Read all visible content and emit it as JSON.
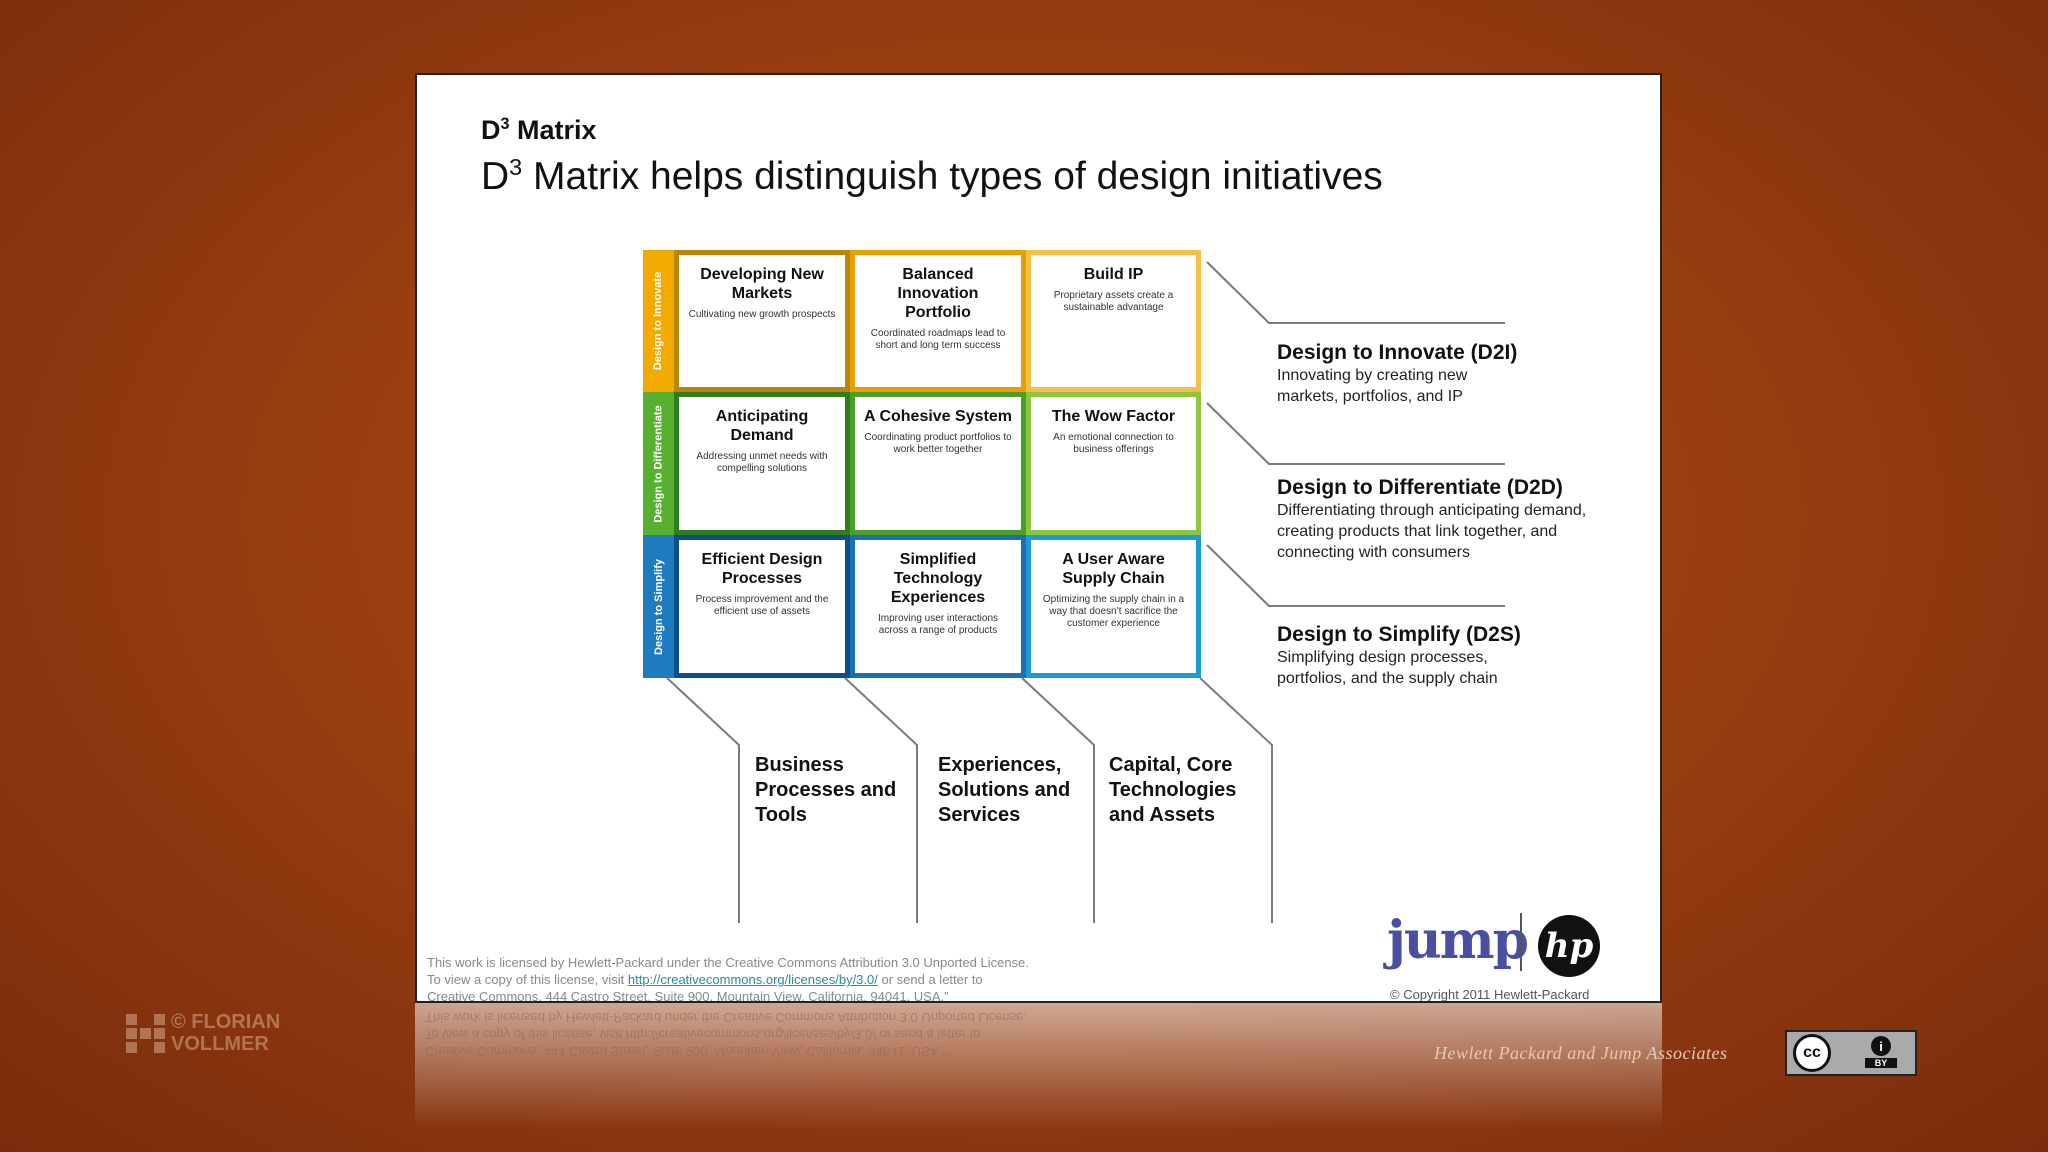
{
  "slide": {
    "kicker": "D",
    "kicker_sup": "3",
    "kicker_rest": " Matrix",
    "title": "D",
    "title_sup": "3",
    "title_rest": " Matrix helps distinguish types of design initiatives"
  },
  "matrix": {
    "rows": [
      {
        "label": "Design to Innovate",
        "color": "#f2a900",
        "cells": [
          {
            "title": "Developing New Markets",
            "desc": "Cultivating new growth prospects",
            "color": "#b8860b"
          },
          {
            "title": "Balanced Innovation Portfolio",
            "desc": "Coordinated roadmaps lead to short and long term success",
            "color": "#e8a000"
          },
          {
            "title": "Build IP",
            "desc": "Proprietary assets create a sustainable advantage",
            "color": "#f5c04a"
          }
        ]
      },
      {
        "label": "Design to Differentiate",
        "color": "#58b031",
        "cells": [
          {
            "title": "Anticipating Demand",
            "desc": "Addressing unmet needs with compelling solutions",
            "color": "#2f7d1e"
          },
          {
            "title": "A Cohesive System",
            "desc": "Coordinating product portfolios to work better together",
            "color": "#4c9e2a"
          },
          {
            "title": "The Wow Factor",
            "desc": "An emotional connection to business offerings",
            "color": "#8cc63f"
          }
        ]
      },
      {
        "label": "Design to Simplify",
        "color": "#1f7bc0",
        "cells": [
          {
            "title": "Efficient Design Processes",
            "desc": "Process improvement and the efficient use of assets",
            "color": "#0e4e8a"
          },
          {
            "title": "Simplified Technology Experiences",
            "desc": "Improving user interactions across a range of products",
            "color": "#1a6fb5"
          },
          {
            "title": "A User Aware Supply Chain",
            "desc": "Optimizing the supply chain in a way that doesn’t sacrifice the customer experience",
            "color": "#1e9ad6"
          }
        ]
      }
    ]
  },
  "categories": [
    {
      "title": "Design to Innovate (D2I)",
      "desc": "Innovating by creating new markets, portfolios, and IP"
    },
    {
      "title": "Design to Differentiate (D2D)",
      "desc": "Differentiating through anticipating demand, creating products that link together, and connecting with consumers"
    },
    {
      "title": "Design to Simplify (D2S)",
      "desc": "Simplifying design processes, portfolios, and the supply chain"
    }
  ],
  "columns": [
    {
      "label": "Business Processes and Tools"
    },
    {
      "label": "Experiences, Solutions and Services"
    },
    {
      "label": "Capital, Core Technologies and Assets"
    }
  ],
  "license": {
    "line1": "This work is licensed by Hewlett-Packard under the Creative Commons Attribution 3.0 Unported License.",
    "line2_prefix": "To view a copy of this license, visit ",
    "link": "http://creativecommons.org/licenses/by/3.0/",
    "line2_suffix": " or send a letter to",
    "line3": "Creative Commons, 444 Castro Street, Suite 900, Mountain View, California, 94041, USA.”"
  },
  "logos": {
    "jump": "jump",
    "hp": "hp",
    "copyright": "© Copyright 2011 Hewlett-Packard"
  },
  "footer": {
    "watermark_line1": "© FLORIAN",
    "watermark_line2": "VOLLMER",
    "attribution": "Hewlett Packard and Jump Associates",
    "cc_label": "cc",
    "by_icon": "i",
    "by_label": "BY"
  }
}
